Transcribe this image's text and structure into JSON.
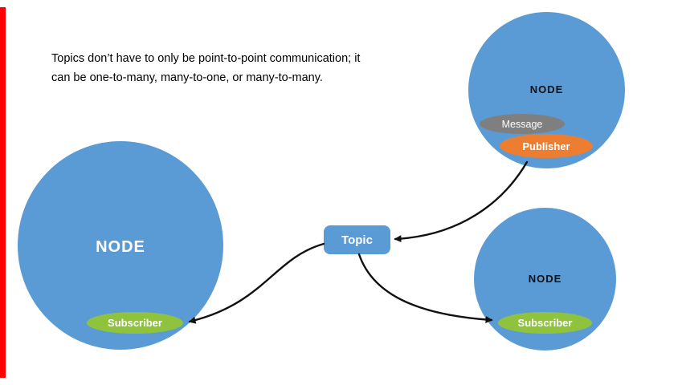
{
  "caption": {
    "line1": "Topics don’t have to only be point-to-point communication; it",
    "line2": "can be one-to-many, many-to-one, or many-to-many."
  },
  "topic": {
    "label": "Topic"
  },
  "nodes": {
    "left": {
      "label": "NODE",
      "subscriber": "Subscriber"
    },
    "top_right": {
      "label": "NODE",
      "message": "Message",
      "publisher": "Publisher"
    },
    "bottom_right": {
      "label": "NODE",
      "subscriber": "Subscriber"
    }
  },
  "colors": {
    "node_blue": "#5b9bd5",
    "subscriber_green": "#8fc33e",
    "publisher_orange": "#ed7d31",
    "message_gray": "#7f7f7f",
    "topic_blue": "#5b9bd5",
    "arrow_black": "#111111",
    "accent_red": "#fe0000",
    "background": "#ffffff"
  }
}
